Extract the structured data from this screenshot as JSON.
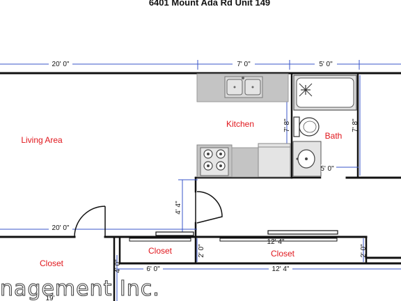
{
  "title": "6401 Mount Ada Rd Unit 149",
  "rooms": {
    "living": "Living Area",
    "kitchen": "Kitchen",
    "bath": "Bath",
    "closet_left": "Closet",
    "closet_mid": "Closet",
    "closet_right": "Closet"
  },
  "dimensions": {
    "top_living": "20' 0\"",
    "top_kitchen": "7' 0\"",
    "top_bath": "5' 0\"",
    "kitchen_side": "7' 8\"",
    "bath_side": "7' 8\"",
    "bath_bottom": "5' 0\"",
    "hall_vertical": "4' 4\"",
    "lower_living": "20' 0\"",
    "closet_mid_height": "2' 0\"",
    "closet_right_height": "2' 0\"",
    "closet_left_height": "4' 0\"",
    "closet_width_6": "6' 0\"",
    "closet_width_12": "12' 4\"",
    "closet_mid_top": "12' 4\"",
    "bottom_partial": "19'"
  },
  "watermark": "nagement Inc.",
  "colors": {
    "wall": "#111111",
    "room_label": "#e0151b",
    "dimension_line": "#3a56c8",
    "fixture_gray": "#c8c8c8"
  }
}
